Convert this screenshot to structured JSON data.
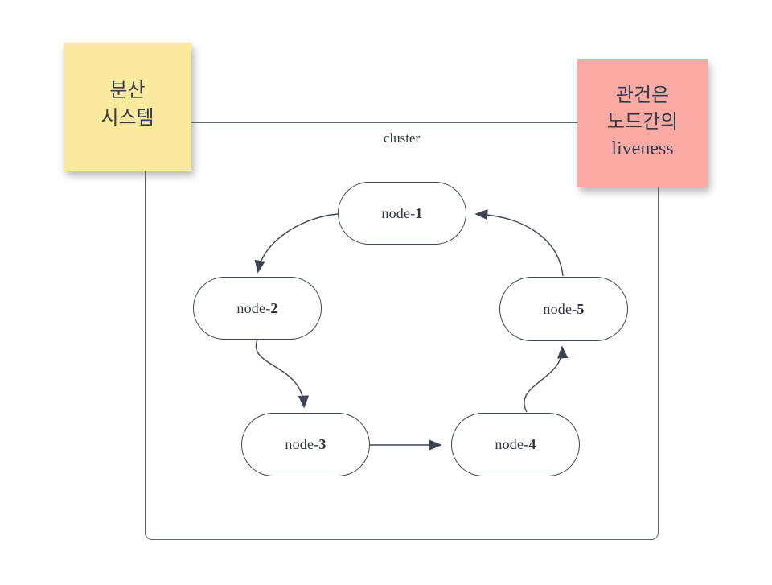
{
  "diagram": {
    "cluster_label": "cluster",
    "nodes": [
      {
        "id": "node-1",
        "prefix": "node-",
        "number": "1"
      },
      {
        "id": "node-2",
        "prefix": "node-",
        "number": "2"
      },
      {
        "id": "node-3",
        "prefix": "node-",
        "number": "3"
      },
      {
        "id": "node-4",
        "prefix": "node-",
        "number": "4"
      },
      {
        "id": "node-5",
        "prefix": "node-",
        "number": "5"
      }
    ],
    "edges": [
      {
        "from": "node-1",
        "to": "node-2"
      },
      {
        "from": "node-2",
        "to": "node-3"
      },
      {
        "from": "node-3",
        "to": "node-4"
      },
      {
        "from": "node-4",
        "to": "node-5"
      },
      {
        "from": "node-5",
        "to": "node-1"
      }
    ]
  },
  "sticky_notes": [
    {
      "id": "yellow-note",
      "lines": [
        "분산",
        "시스템"
      ],
      "color": "#fbe99e"
    },
    {
      "id": "pink-note",
      "lines": [
        "관건은",
        "노드간의",
        "liveness"
      ],
      "color": "#f9aba3"
    }
  ],
  "colors": {
    "background": "#ffffff",
    "stroke": "#3d4455",
    "text": "#2e3440",
    "cluster_border": "#5f6775",
    "note_yellow": "#fbe99e",
    "note_pink": "#f9aba3"
  }
}
